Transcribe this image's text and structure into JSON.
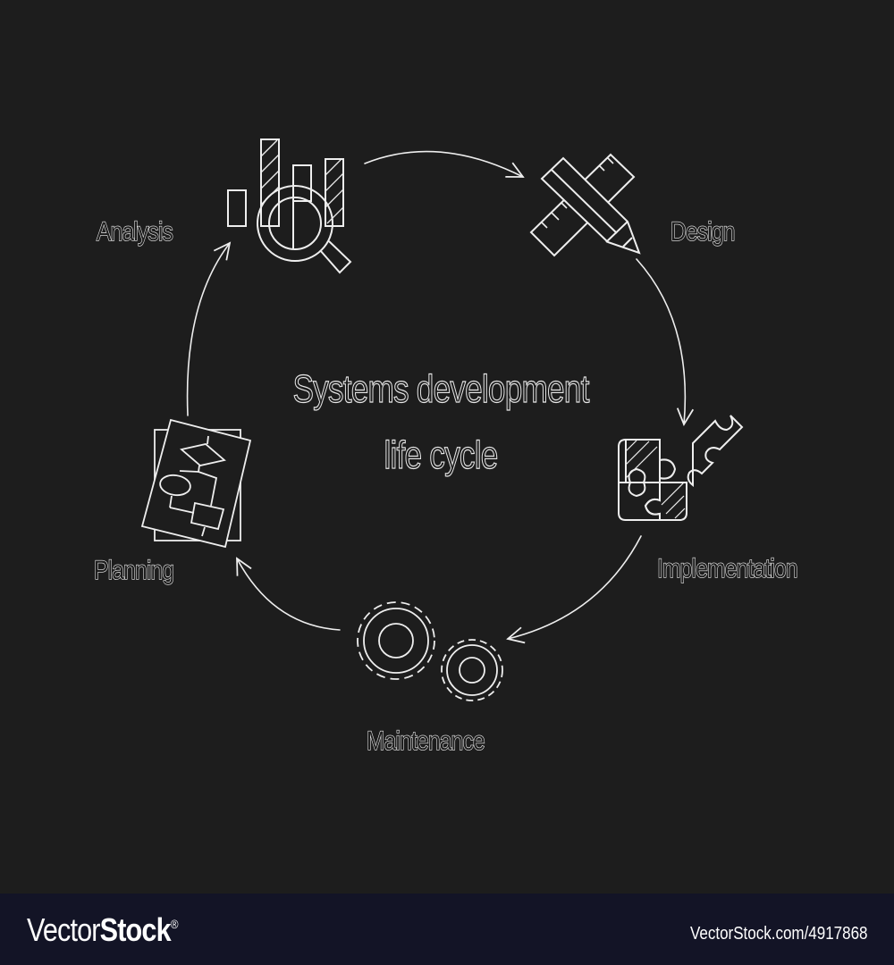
{
  "diagram": {
    "title_line1": "Systems development",
    "title_line2": "life cycle",
    "stages": [
      {
        "label": "Analysis",
        "icon": "bar-chart-magnifier-icon"
      },
      {
        "label": "Design",
        "icon": "pencil-ruler-icon"
      },
      {
        "label": "Implementation",
        "icon": "puzzle-icon"
      },
      {
        "label": "Maintenance",
        "icon": "gears-icon"
      },
      {
        "label": "Planning",
        "icon": "flowchart-document-icon"
      }
    ],
    "colors": {
      "background": "#1d1d1d",
      "stroke": "#eeeeee",
      "footer": "#131426"
    }
  },
  "footer": {
    "brand_light": "Vector",
    "brand_bold": "Stock",
    "brand_mark": "®",
    "image_id": "VectorStock.com/4917868"
  }
}
